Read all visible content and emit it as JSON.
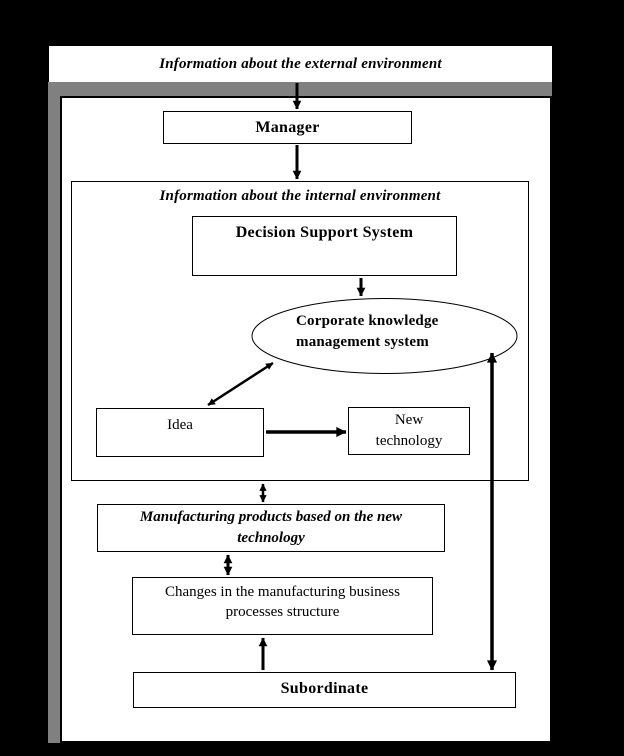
{
  "nodes": {
    "external_environment": {
      "label": "Information about the external environment"
    },
    "manager": {
      "label": "Manager"
    },
    "internal_environment": {
      "label": "Information about the internal environment"
    },
    "decision_support_system": {
      "label": "Decision Support System"
    },
    "corporate_knowledge": {
      "label": "Corporate knowledge management system"
    },
    "idea": {
      "label": "Idea"
    },
    "new_technology": {
      "label": "New technology"
    },
    "manufacturing": {
      "label": "Manufacturing products based on the new technology"
    },
    "changes": {
      "label": "Changes in the manufacturing business processes structure"
    },
    "subordinate": {
      "label": "Subordinate"
    }
  },
  "connections": [
    {
      "from": "external_environment",
      "to": "manager",
      "direction": "down"
    },
    {
      "from": "manager",
      "to": "internal_environment",
      "direction": "down"
    },
    {
      "from": "decision_support_system",
      "to": "corporate_knowledge",
      "direction": "down"
    },
    {
      "from": "corporate_knowledge",
      "to": "idea",
      "direction": "both"
    },
    {
      "from": "idea",
      "to": "new_technology",
      "direction": "right"
    },
    {
      "from": "corporate_knowledge",
      "to": "subordinate",
      "direction": "both"
    },
    {
      "from": "internal_environment",
      "to": "manufacturing",
      "direction": "both"
    },
    {
      "from": "manufacturing",
      "to": "changes",
      "direction": "both"
    },
    {
      "from": "subordinate",
      "to": "changes",
      "direction": "up"
    }
  ],
  "colors": {
    "background": "#000000",
    "panel": "#ffffff",
    "shadow": "#808080",
    "line": "#000000"
  }
}
